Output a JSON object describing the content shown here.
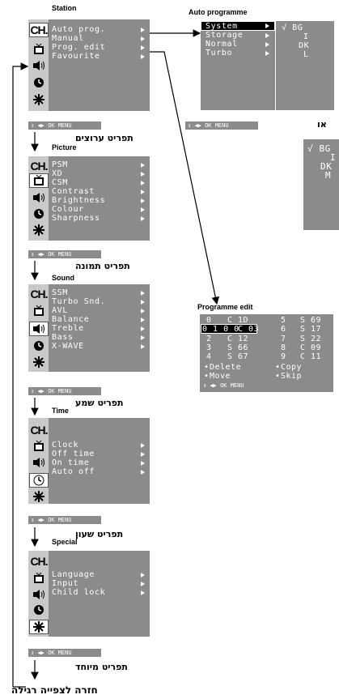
{
  "station": {
    "title": "Station",
    "items": [
      "Auto prog.",
      "Manual",
      "Prog. edit",
      "Favourite"
    ],
    "bar": "↕ ◀▶ OK MENU",
    "caption": "תפריט ערוצים"
  },
  "picture": {
    "title": "Picture",
    "items": [
      "PSM",
      "XD",
      "CSM",
      "Contrast",
      "Brightness",
      "Colour",
      "Sharpness"
    ],
    "bar": "↕ ◀▶ OK MENU",
    "caption": "תפריט תמונה"
  },
  "sound": {
    "title": "Sound",
    "items": [
      "SSM",
      "Turbo Snd.",
      "AVL",
      "Balance",
      "Treble",
      "Bass",
      "X-WAVE"
    ],
    "bar": "↕ ◀▶ OK MENU",
    "caption": "תפריט שמע"
  },
  "time": {
    "title": "Time",
    "items": [
      "Clock",
      "Off time",
      "On time",
      "Auto off"
    ],
    "bar": "↕ ◀▶ OK MENU",
    "caption": "תפריט שעון"
  },
  "special": {
    "title": "Special",
    "items": [
      "Language",
      "Input",
      "Child lock"
    ],
    "bar": "↕ ◀▶ OK MENU",
    "caption": "תפריט מיוחד"
  },
  "bottom_caption": "חזרה לצפייה רגילה",
  "auto_programme": {
    "title": "Auto programme",
    "items": [
      "System",
      "Storage",
      "Normal",
      "Turbo"
    ],
    "options": [
      "√ BG",
      "I",
      "DK",
      "L"
    ],
    "bar": "↕ ◀▶ OK MENU",
    "or_label": "או",
    "alt_options": [
      "√ BG",
      "I",
      "DK",
      "M"
    ]
  },
  "programme_edit": {
    "title": "Programme edit",
    "rows": [
      [
        "0",
        "C 1D",
        "5",
        "S 69"
      ],
      [
        "1",
        "C 03",
        "6",
        "S 17"
      ],
      [
        "2",
        "C 12",
        "7",
        "S 22"
      ],
      [
        "3",
        "S 66",
        "8",
        "C 09"
      ],
      [
        "4",
        "S 67",
        "9",
        "C 11"
      ]
    ],
    "first_row_left": "0 1 0 0",
    "actions": [
      "Delete",
      "Copy",
      "Move",
      "Skip"
    ],
    "bar": "↕ ◀▶ OK MENU"
  },
  "icons": [
    "ch-icon",
    "tv-icon",
    "speaker-icon",
    "clock-icon",
    "star-icon"
  ]
}
